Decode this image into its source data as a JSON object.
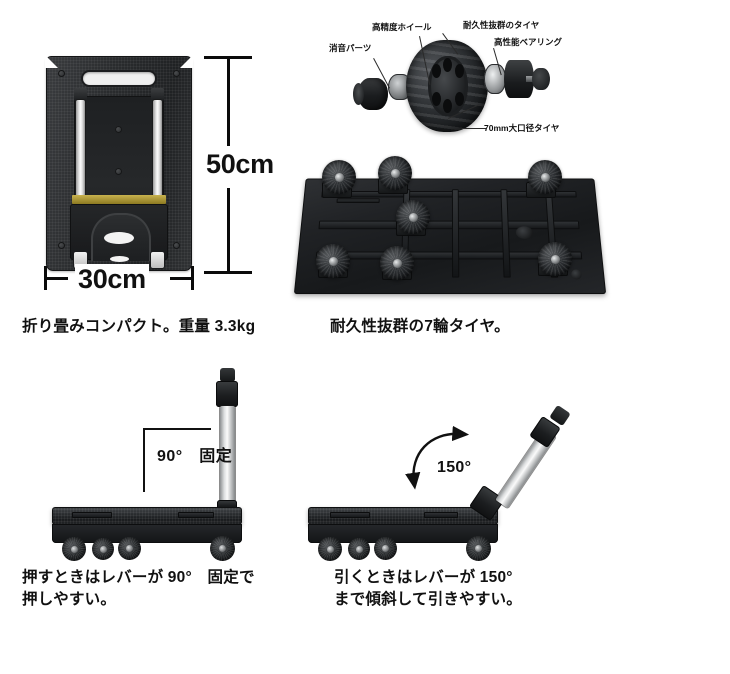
{
  "document": {
    "type": "product-infographic",
    "subject": "folding-platform-hand-truck",
    "background_color": "#ffffff",
    "text_color": "#111111"
  },
  "panels": {
    "folded": {
      "name": "folded-cart-dimensions",
      "dimensions": {
        "height_label": "50cm",
        "width_label": "30cm"
      },
      "caption": "折り畳みコンパクト。重量 3.3kg"
    },
    "wheel": {
      "name": "exploded-wheel-diagram",
      "callouts": [
        {
          "id": "silencer-part",
          "label": "消音パーツ"
        },
        {
          "id": "precision-wheel",
          "label": "高精度ホイール"
        },
        {
          "id": "durable-tire",
          "label": "耐久性抜群のタイヤ"
        },
        {
          "id": "high-perf-bearing",
          "label": "高性能ベアリング"
        },
        {
          "id": "large-bore-tire",
          "label": "70mm大口径タイヤ"
        }
      ]
    },
    "seven_wheel": {
      "name": "seven-wheel-underside",
      "wheel_count": 7,
      "caption": "耐久性抜群の7輪タイヤ。"
    },
    "push_mode": {
      "name": "push-mode-90deg",
      "angle_label": "90°　固定",
      "caption": "押すときはレバーが 90°　固定で\n押しやすい。"
    },
    "pull_mode": {
      "name": "pull-mode-150deg",
      "angle_label": "150°",
      "caption": "引くときはレバーが 150°\nまで傾斜して引きやすい。"
    }
  }
}
